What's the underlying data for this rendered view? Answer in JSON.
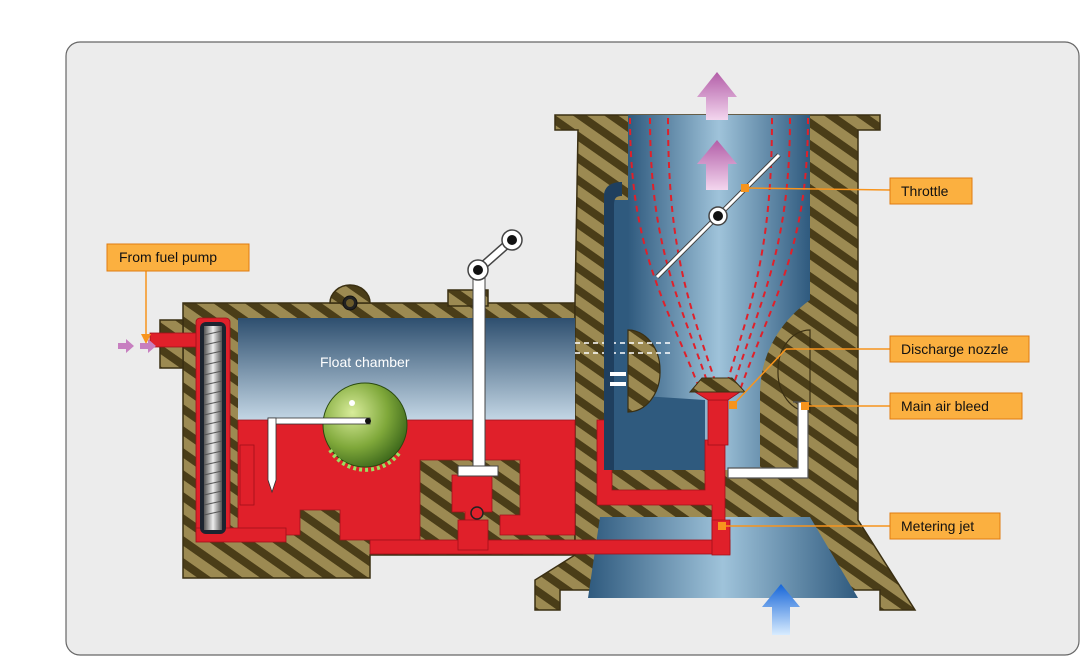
{
  "labels": {
    "from_fuel_pump": "From fuel pump",
    "float_chamber": "Float chamber",
    "throttle": "Throttle",
    "discharge_nozzle": "Discharge nozzle",
    "main_air_bleed": "Main air bleed",
    "metering_jet": "Metering jet"
  },
  "colors": {
    "fuel": "#e0202a",
    "housing": "#6b5a2a",
    "air_arrow": "#c77fc0",
    "intake_arrow": "#1e6fd8",
    "callout_fill": "#fbb040",
    "callout_line": "#f7941d"
  }
}
